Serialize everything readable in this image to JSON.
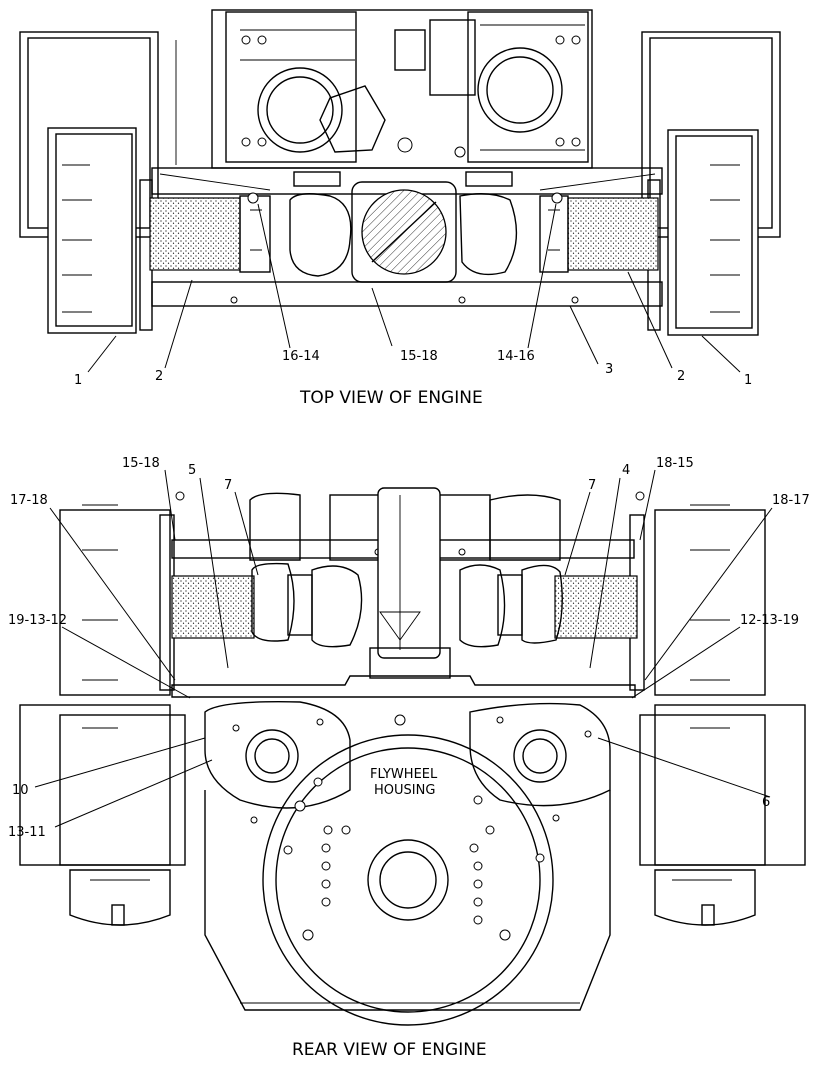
{
  "titles": {
    "top_view": "TOP VIEW OF ENGINE",
    "rear_view": "REAR VIEW OF ENGINE"
  },
  "flywheel": {
    "line1": "FLYWHEEL",
    "line2": "HOUSING"
  },
  "top_callouts": {
    "c1_left": "1",
    "c2_left": "2",
    "c16_14": "16-14",
    "c15_18": "15-18",
    "c14_16": "14-16",
    "c3": "3",
    "c2_right": "2",
    "c1_right": "1"
  },
  "rear_callouts": {
    "c15_18": "15-18",
    "c5": "5",
    "c17_18": "17-18",
    "c7_left": "7",
    "c7_right": "7",
    "c4": "4",
    "c18_15": "18-15",
    "c18_17": "18-17",
    "c19_13_12": "19-13-12",
    "c12_13_19": "12-13-19",
    "c10": "10",
    "c13_11": "13-11",
    "c6": "6"
  }
}
